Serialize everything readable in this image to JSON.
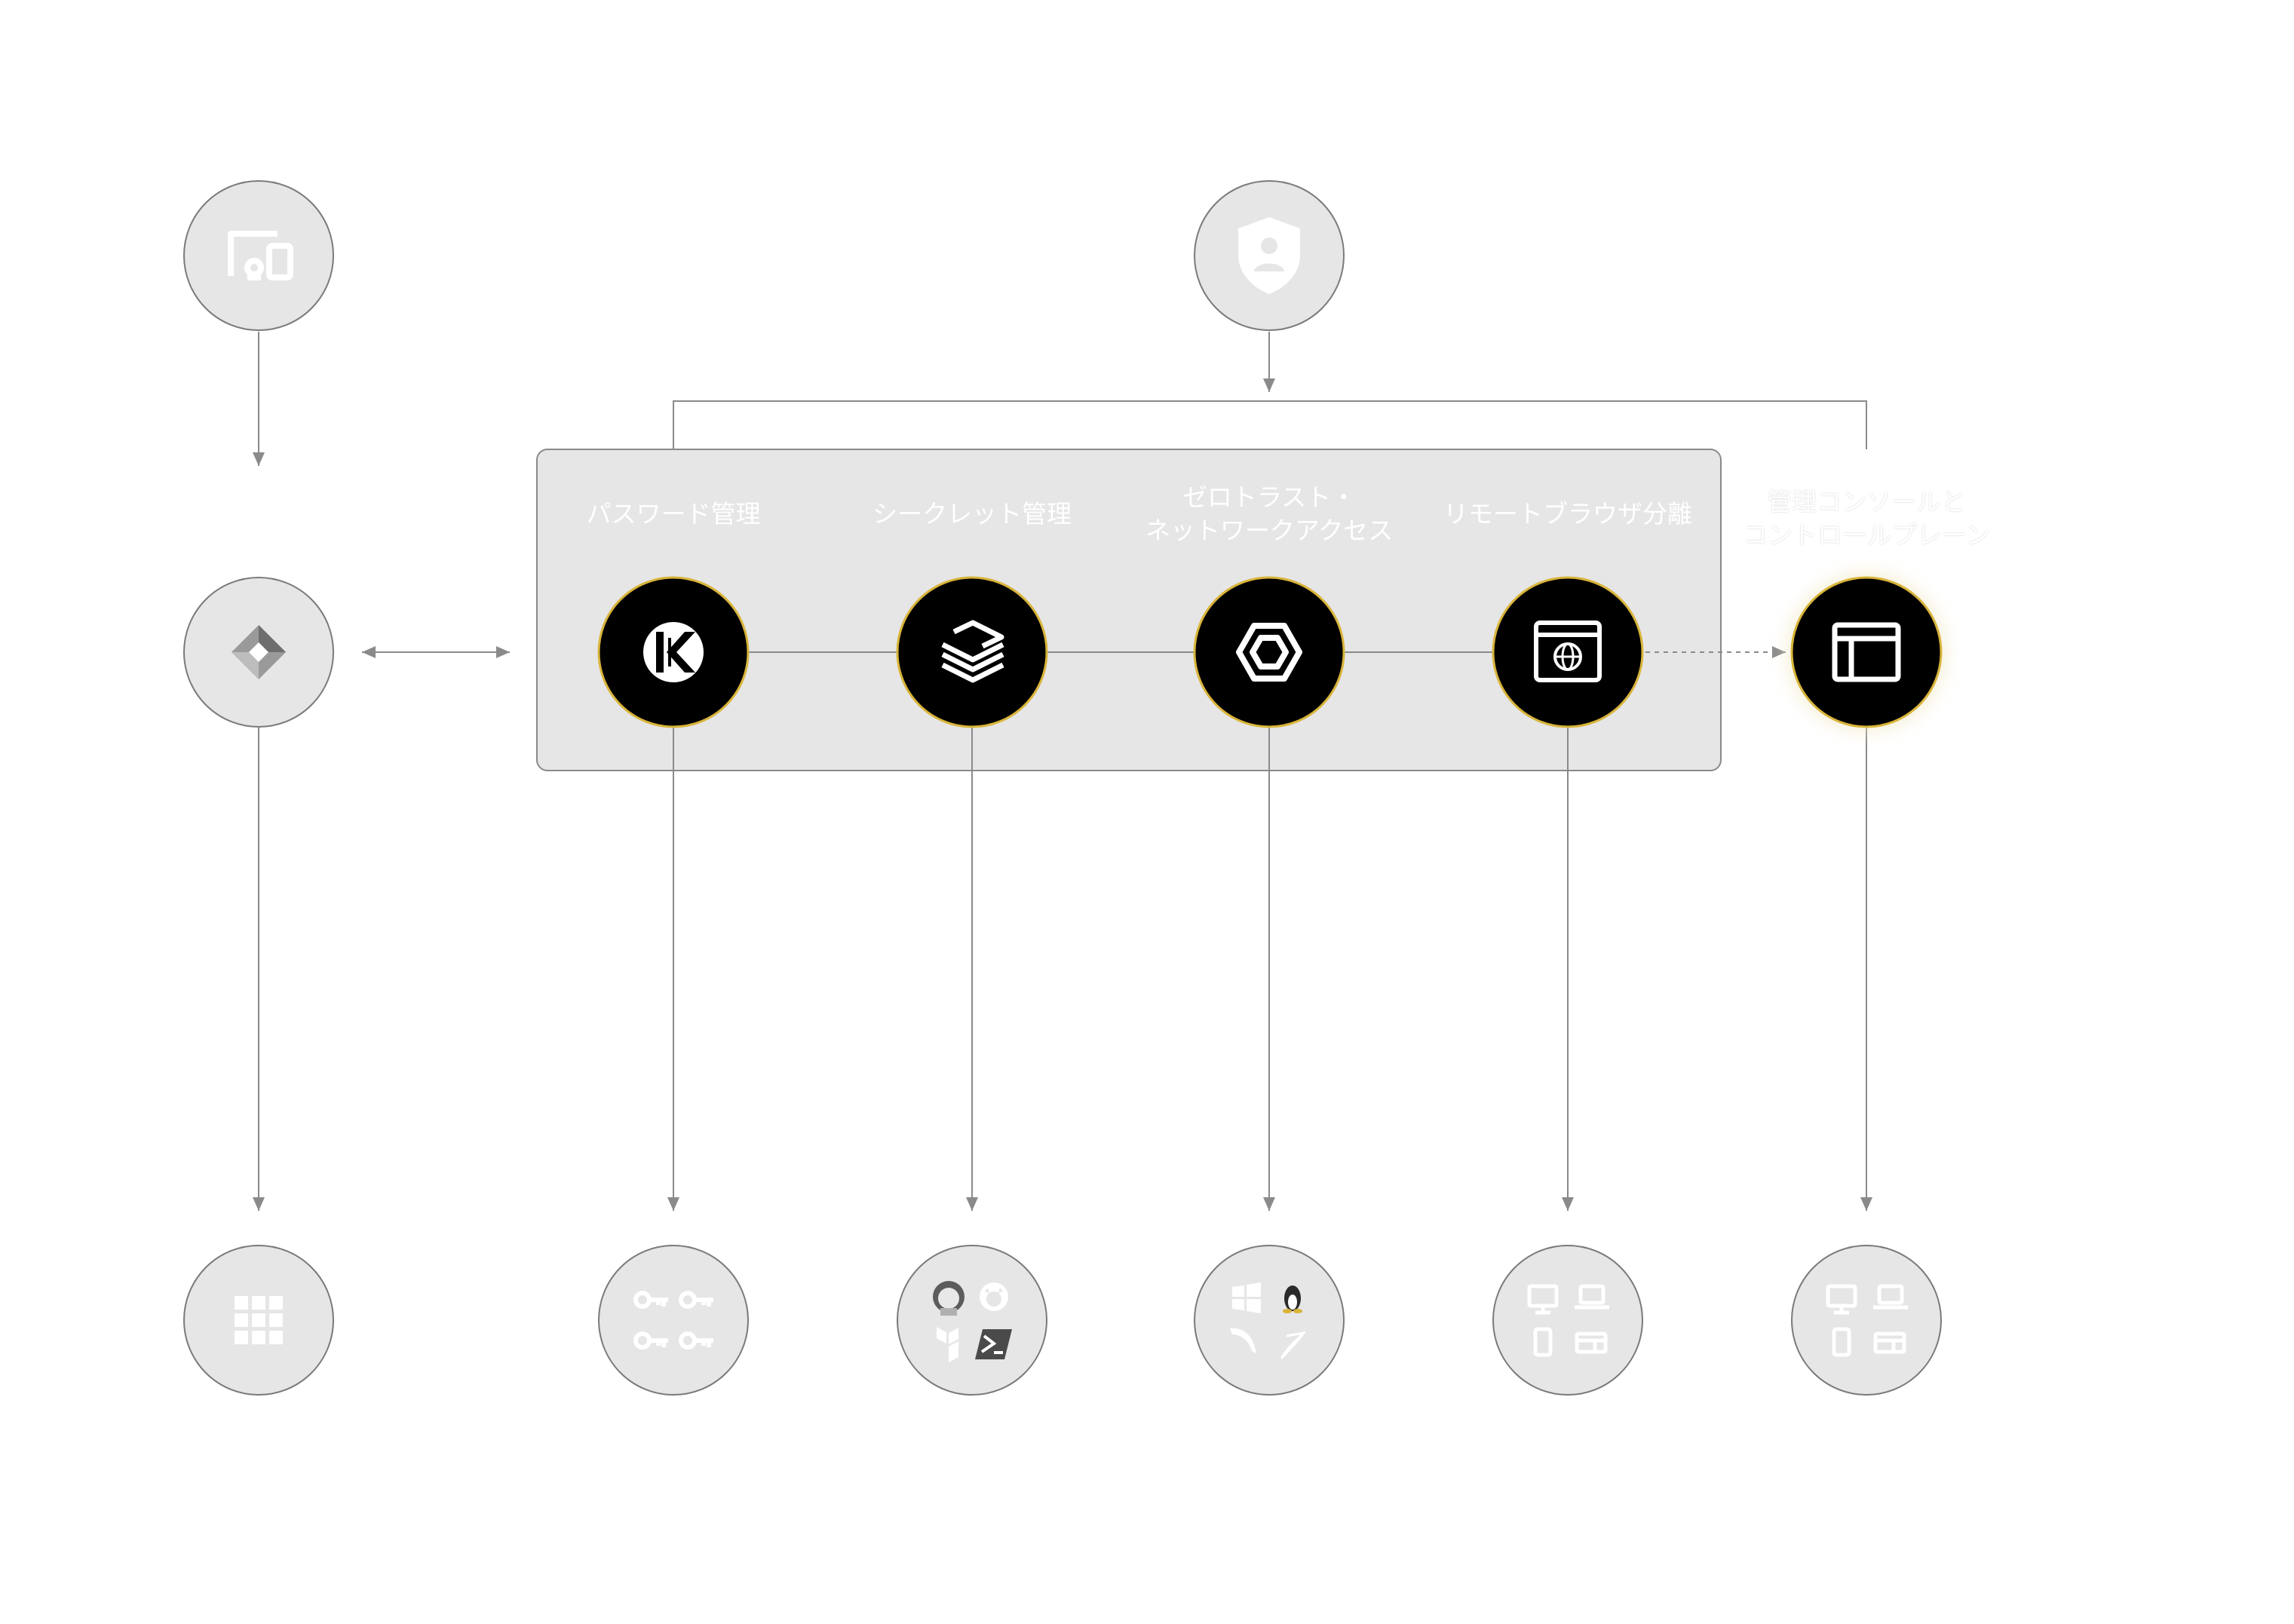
{
  "colors": {
    "background": "#ffffff",
    "panel": "#e6e6e6",
    "panel_border": "#8a8a8a",
    "gray_node": "#e6e6e6",
    "gray_node_stroke": "#7a7a7a",
    "gray_icon": "#ffffff",
    "product_node": "#000000",
    "product_node_ring": "#d8b43a",
    "product_icon": "#ffffff",
    "connector": "#8a8a8a",
    "label_text": "#ffffff"
  },
  "product_labels": {
    "password": "パスワード管理",
    "secrets": "シークレット管理",
    "zerotrust_line1": "ゼロトラスト・",
    "zerotrust_line2": "ネットワークアクセス",
    "rbi": "リモートブラウザ分離",
    "console_line1": "管理コンソールと",
    "console_line2": "コントロールプレーン"
  },
  "nodes": {
    "device": {
      "icon": "devices-icon"
    },
    "identity": {
      "icon": "user-shield-icon"
    },
    "idp": {
      "icon": "layered-diamond-icon"
    },
    "apps": {
      "icon": "app-grid-icon"
    },
    "password": {
      "icon": "keeper-k-icon"
    },
    "secrets": {
      "icon": "stacked-layers-icon"
    },
    "zerotrust": {
      "icon": "hexagon-icon"
    },
    "rbi": {
      "icon": "browser-globe-icon"
    },
    "console": {
      "icon": "window-layout-icon"
    },
    "keys": {
      "icon": "keys-icon"
    },
    "devops": {
      "icon": "devops-tools-icon"
    },
    "servers": {
      "icon": "os-database-icon"
    },
    "endpoints_rbi": {
      "icon": "endpoints-icon"
    },
    "endpoints_console": {
      "icon": "endpoints-icon"
    }
  }
}
